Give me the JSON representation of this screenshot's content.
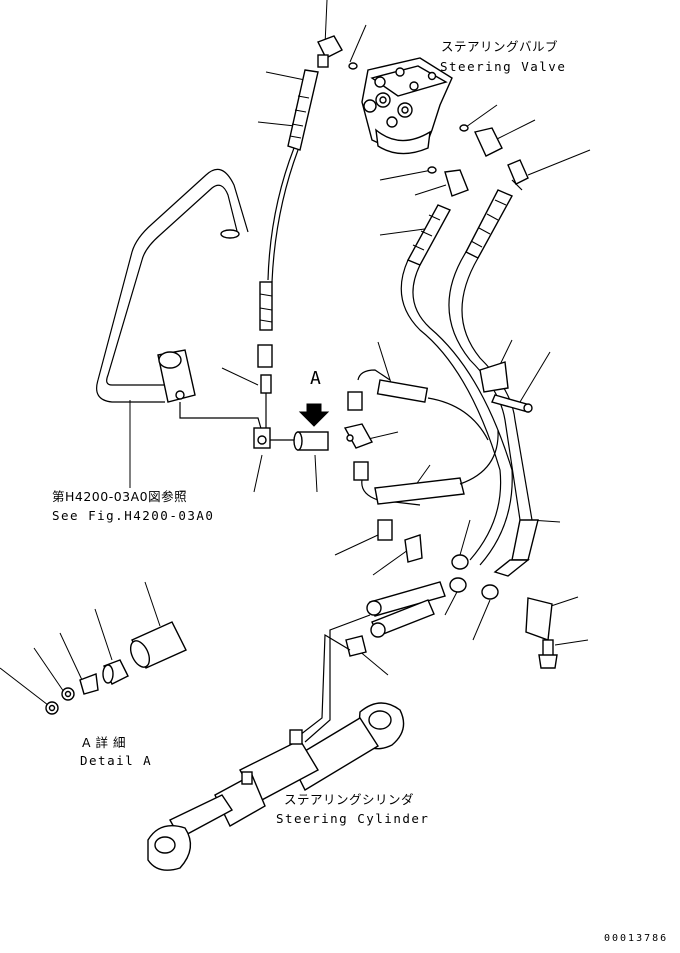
{
  "labels": {
    "valve_jp": "ステアリングバルブ",
    "valve_en": "Steering Valve",
    "ref_jp": "第H4200-03A0図参照",
    "ref_en": "See Fig.H4200-03A0",
    "arrow_view": "A",
    "detail_jp": "A 詳 細",
    "detail_en": "Detail A",
    "cylinder_jp": "ステアリングシリンダ",
    "cylinder_en": "Steering Cylinder",
    "drawing_number": "00013786"
  }
}
